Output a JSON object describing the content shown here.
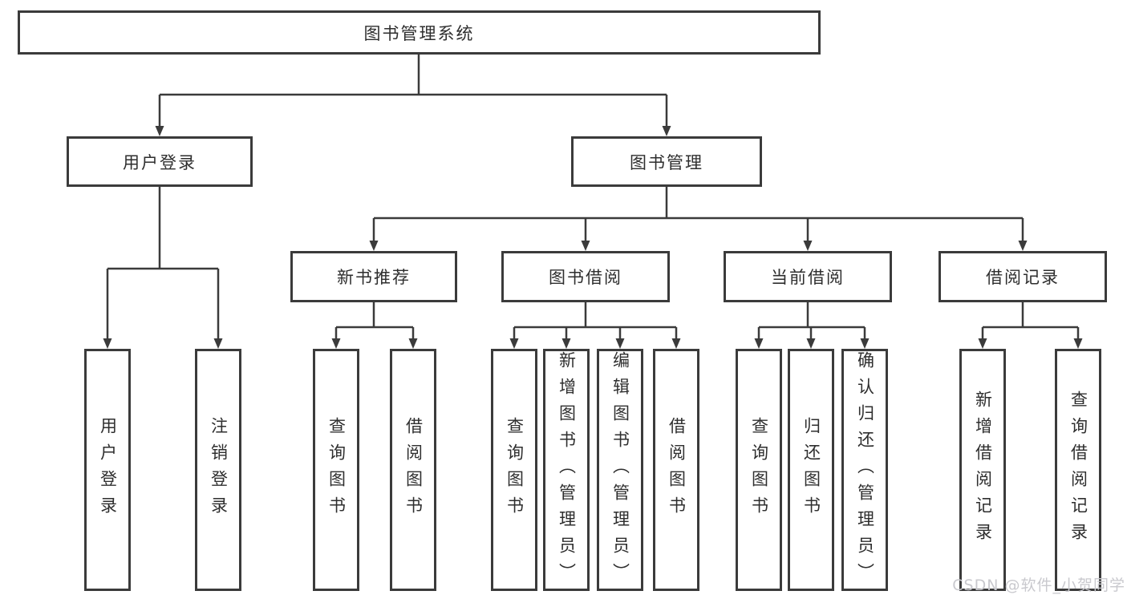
{
  "diagram": {
    "root": {
      "label": "图书管理系统"
    },
    "branches": [
      {
        "label": "用户登录",
        "children": [
          {
            "label": "用户登录"
          },
          {
            "label": "注销登录"
          }
        ]
      },
      {
        "label": "图书管理",
        "children": [
          {
            "label": "新书推荐",
            "children": [
              {
                "label": "查询图书"
              },
              {
                "label": "借阅图书"
              }
            ]
          },
          {
            "label": "图书借阅",
            "children": [
              {
                "label": "查询图书"
              },
              {
                "label": "新增图书（管理员）"
              },
              {
                "label": "编辑图书（管理员）"
              },
              {
                "label": "借阅图书"
              }
            ]
          },
          {
            "label": "当前借阅",
            "children": [
              {
                "label": "查询图书"
              },
              {
                "label": "归还图书"
              },
              {
                "label": "确认归还（管理员）"
              }
            ]
          },
          {
            "label": "借阅记录",
            "children": [
              {
                "label": "新增借阅记录"
              },
              {
                "label": "查询借阅记录"
              }
            ]
          }
        ]
      }
    ]
  },
  "watermark": {
    "text": "CSDN @软件_小贺同学"
  },
  "colors": {
    "line": "#3b3b3b",
    "box_border": "#3b3b3b",
    "box_background": "#ffffff",
    "text": "#2e2e2e",
    "watermark": "#c9c9ce"
  }
}
